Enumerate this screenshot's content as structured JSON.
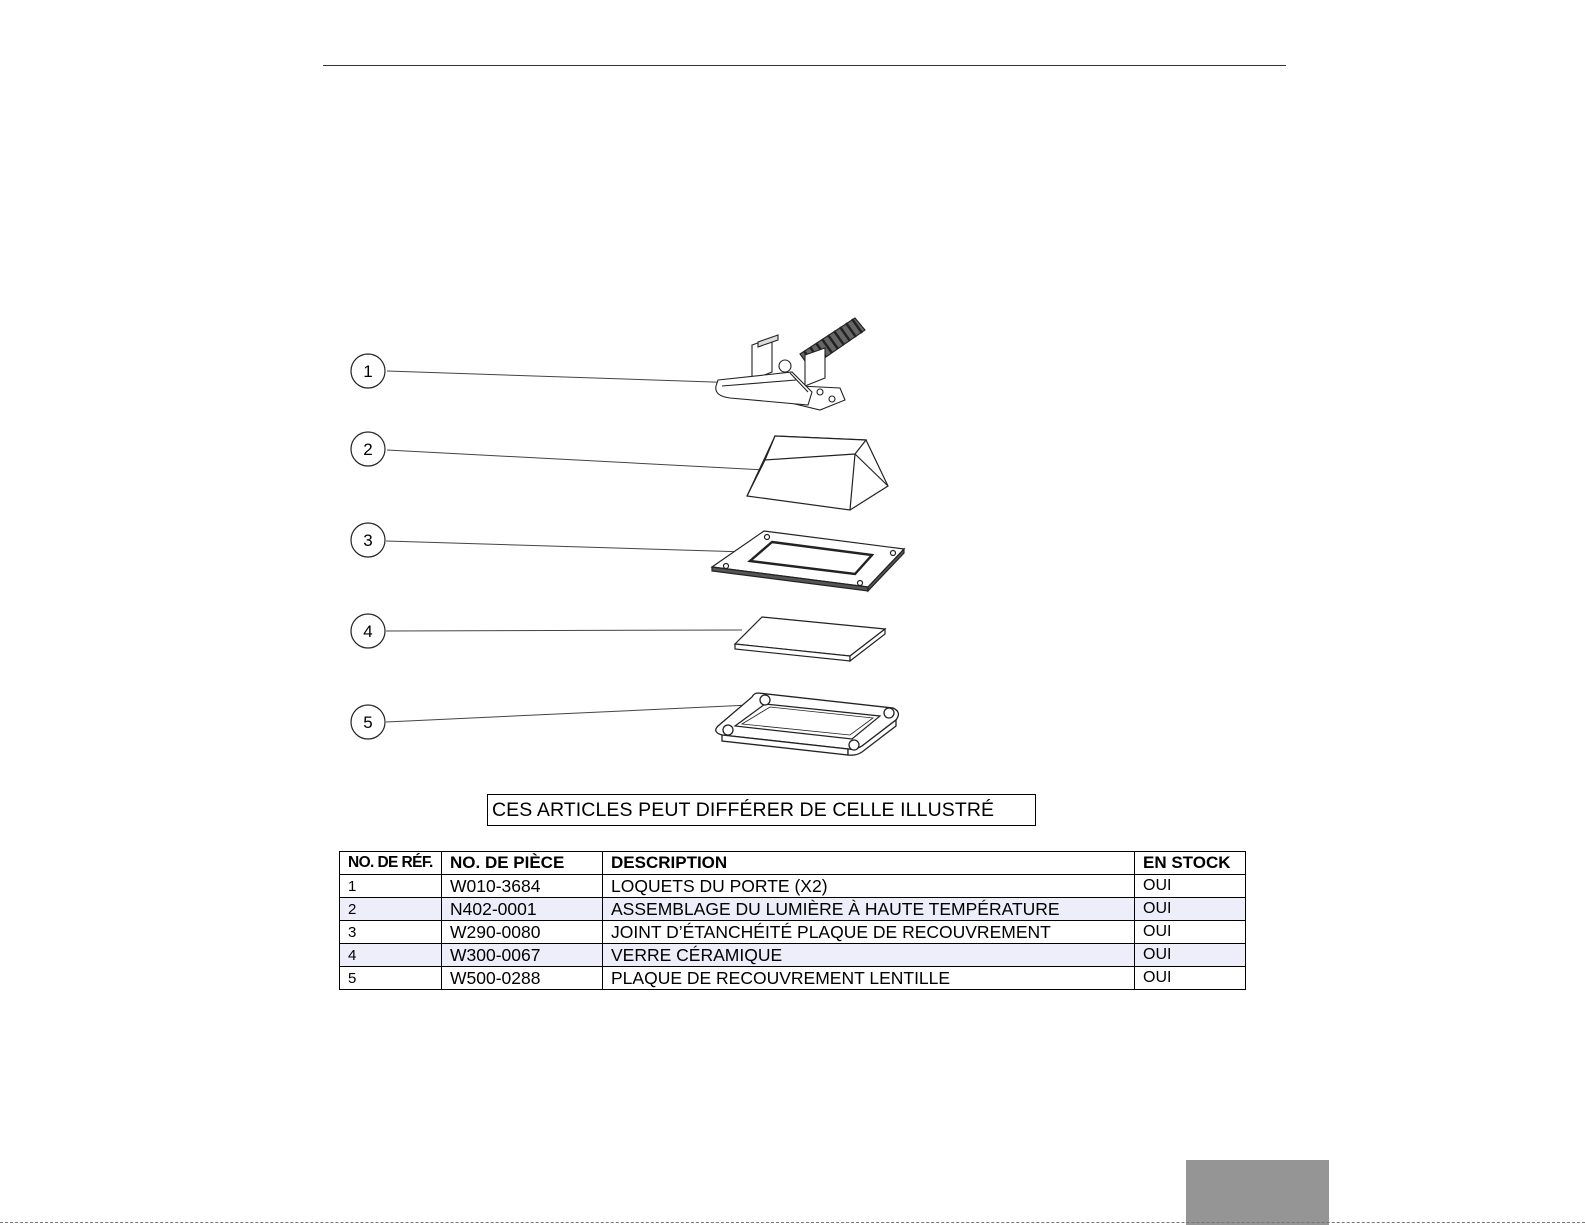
{
  "diagram": {
    "callouts": [
      "1",
      "2",
      "3",
      "4",
      "5"
    ]
  },
  "note": "CES ARTICLES PEUT DIFFÉRER DE CELLE ILLUSTRÉ",
  "table": {
    "headers": {
      "ref": "NO. DE RÉF.",
      "part": "NO. DE PIÈCE",
      "description": "DESCRIPTION",
      "stock": "EN STOCK"
    },
    "rows": [
      {
        "ref": "1",
        "part": "W010-3684",
        "description": "LOQUETS DU PORTE (X2)",
        "stock": "OUI"
      },
      {
        "ref": "2",
        "part": "N402-0001",
        "description": "ASSEMBLAGE DU LUMIÈRE À HAUTE TEMPÉRATURE",
        "stock": "OUI"
      },
      {
        "ref": "3",
        "part": "W290-0080",
        "description": "JOINT D’ÉTANCHÉITÉ PLAQUE DE RECOUVREMENT",
        "stock": "OUI"
      },
      {
        "ref": "4",
        "part": "W300-0067",
        "description": "VERRE CÉRAMIQUE",
        "stock": "OUI"
      },
      {
        "ref": "5",
        "part": "W500-0288",
        "description": "PLAQUE DE RECOUVREMENT LENTILLE",
        "stock": "OUI"
      }
    ]
  }
}
